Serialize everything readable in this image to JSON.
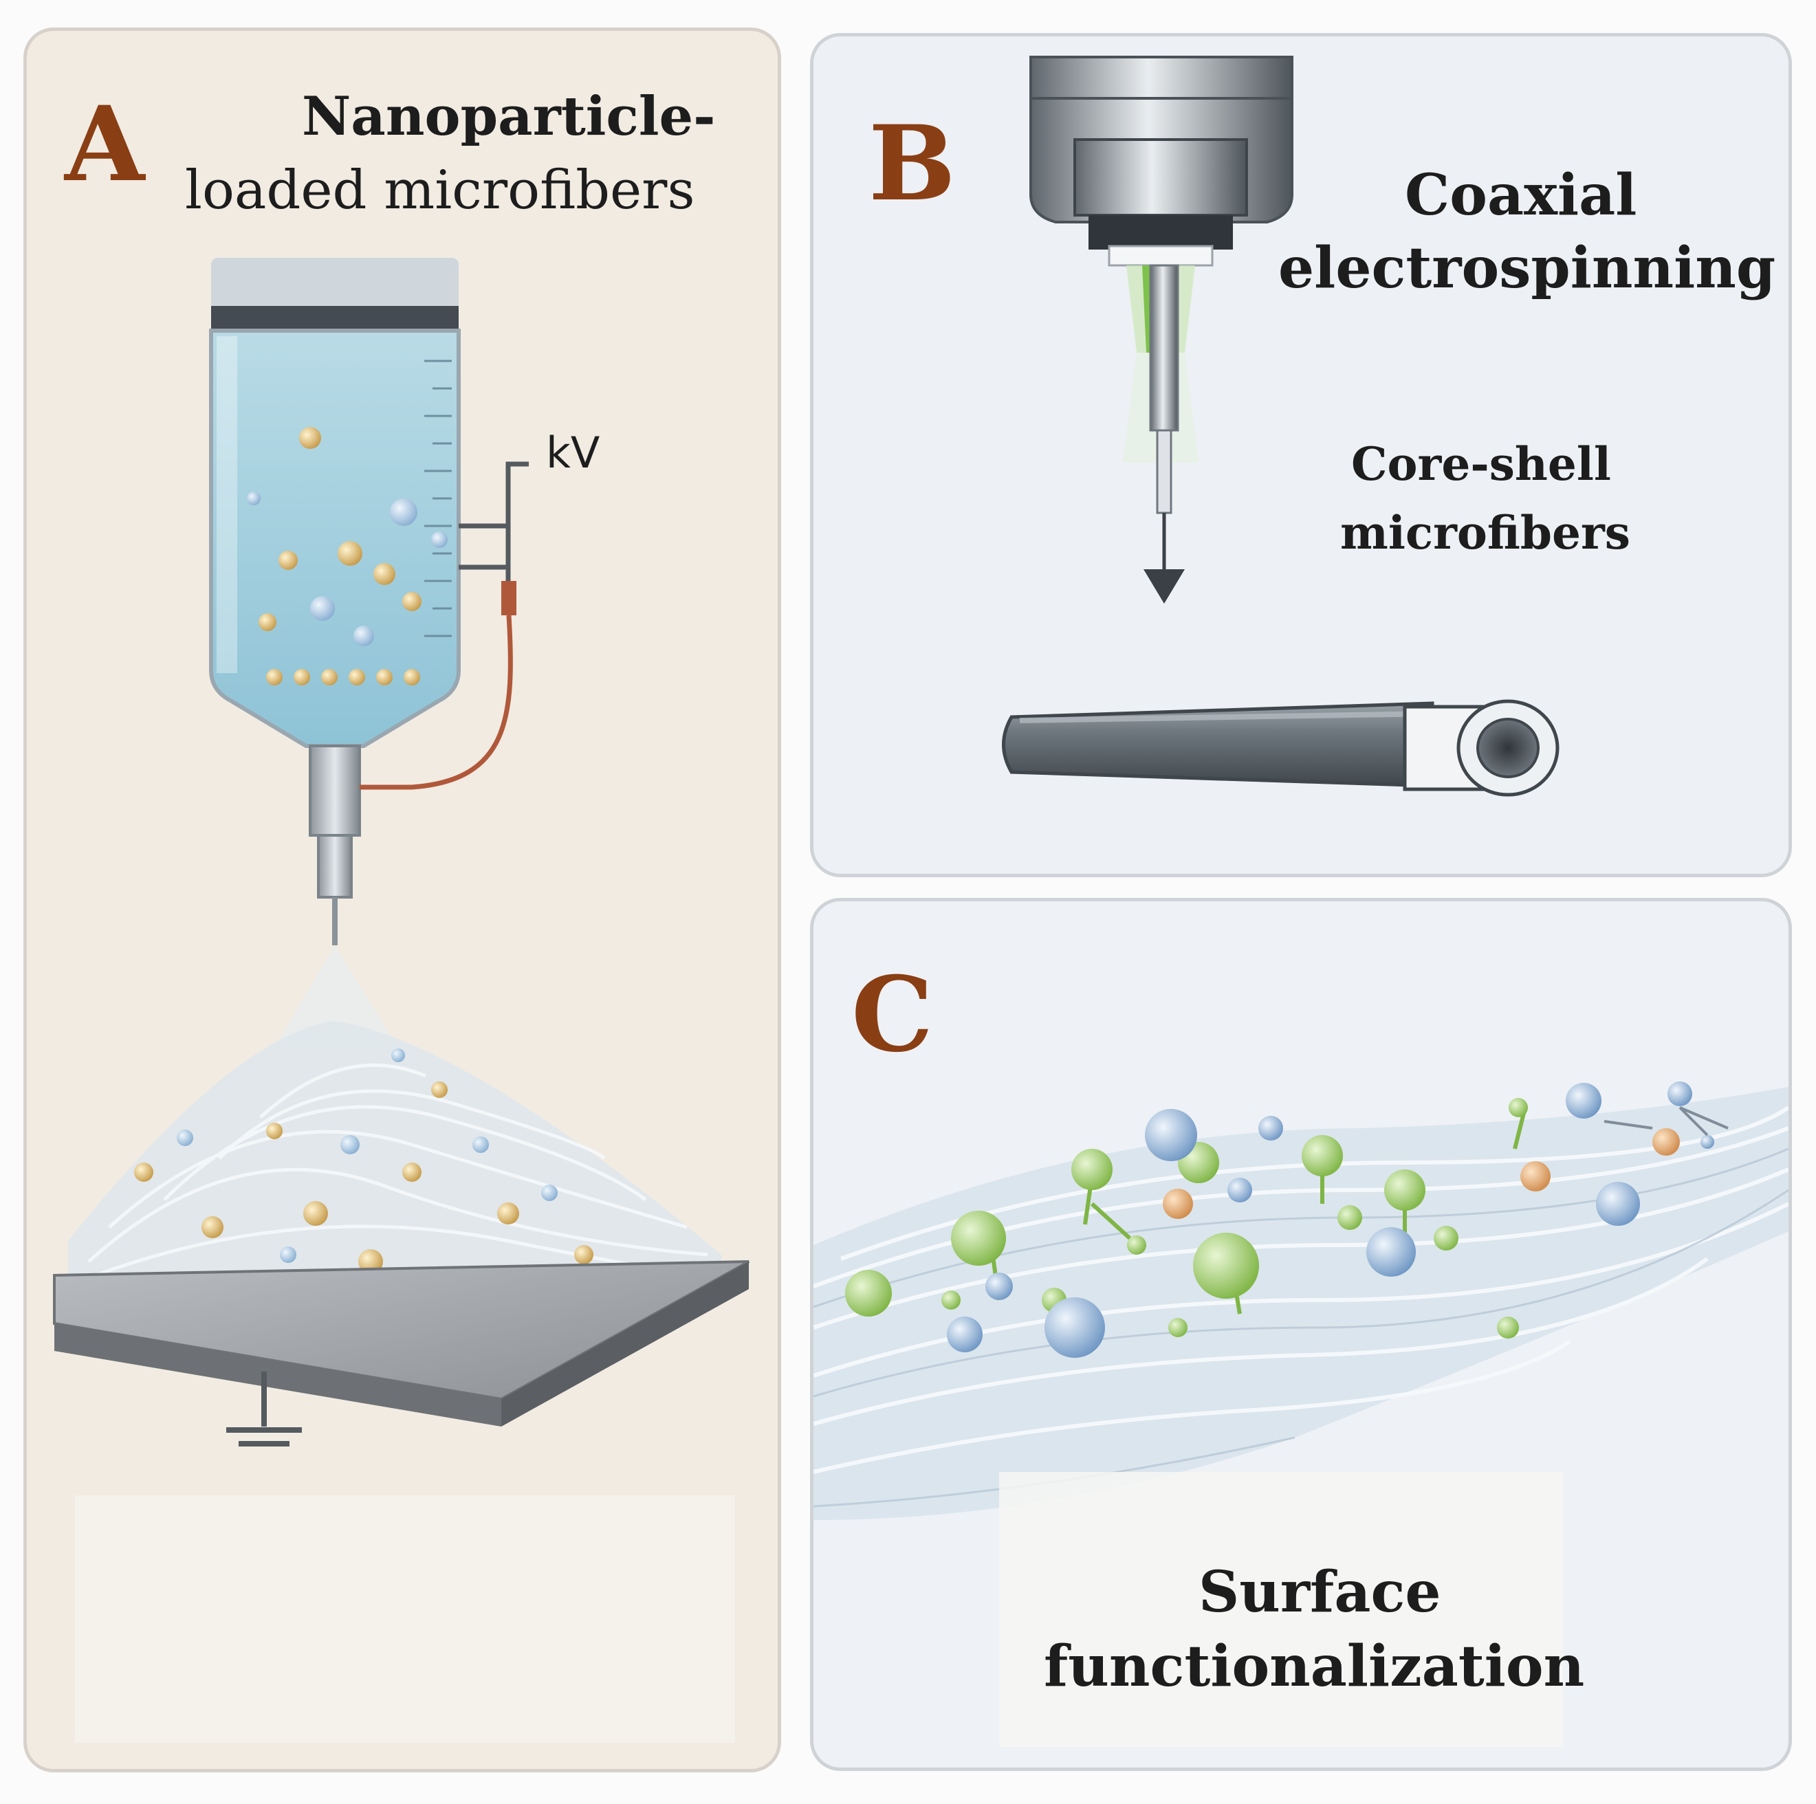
{
  "panel_a": {
    "letter": "A",
    "title_line1": "Nanoparticle-",
    "title_line2": "loaded microfibers",
    "voltage_label": "kV"
  },
  "panel_b": {
    "letter": "B",
    "title_line1": "Coaxial",
    "title_line2": "electrospinning",
    "subtitle_line1": "Core-shell",
    "subtitle_line2": "microfibers"
  },
  "panel_c": {
    "letter": "C",
    "title_line1": "Surface",
    "title_line2": "functionalization"
  },
  "colors": {
    "letter": "#8a3e14",
    "particle_gold": "#d6b46a",
    "particle_blue": "#8fb4d8",
    "particle_green": "#9ccc5a",
    "wire": "#b0583a"
  }
}
